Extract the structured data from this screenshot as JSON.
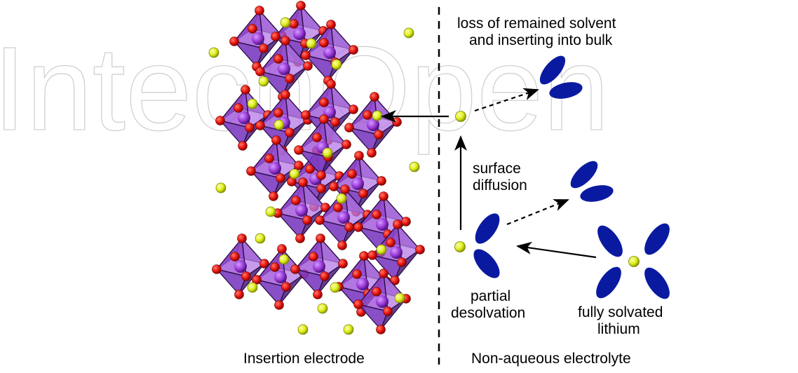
{
  "watermark": "IntechOpen",
  "labels": {
    "loss_line1": "loss of remained solvent",
    "loss_line2": "and inserting into bulk",
    "surface_line1": "surface",
    "surface_line2": "diffusion",
    "partial_line1": "partial",
    "partial_line2": "desolvation",
    "fully_line1": "fully solvated",
    "fully_line2": "lithium",
    "left_caption": "Insertion electrode",
    "right_caption": "Non-aqueous electrolyte"
  },
  "colors": {
    "octahedron": "#9b4fd6",
    "octahedron_dark": "#4a1f7a",
    "oxygen": "#e8150f",
    "lithium": "#e3f21a",
    "solvent": "#0a1aa0",
    "arrow": "#000000"
  }
}
